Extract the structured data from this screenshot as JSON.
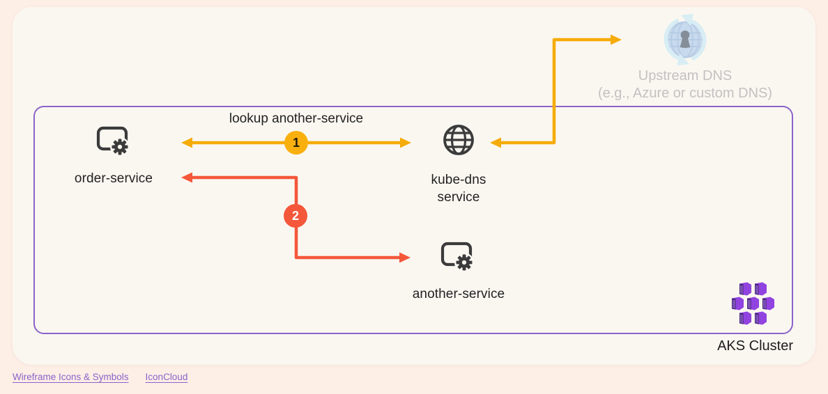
{
  "colors": {
    "page_bg": "#fdeee6",
    "card_bg": "#faf7f1",
    "cluster_border": "#8a63c9",
    "arrow_amber": "#f5ab09",
    "arrow_red": "#f4573a",
    "badge1_bg": "#f9b00e",
    "badge1_text": "#211a0a",
    "badge2_bg": "#f4573a",
    "badge2_text": "#ffffff",
    "text_dark": "#222222",
    "text_muted": "#c2c2c2",
    "link": "#8a63c9",
    "icon_ink": "#3b3b3b",
    "aks_body": "#9143e0",
    "aks_face": "#3c1e6e",
    "aks_stripe": "#b07ef0",
    "dns_fill": "#abc9ec",
    "dns_line": "#8db2dd",
    "dns_dark": "#3e4d63",
    "dns_arrow": "#c4e8f7"
  },
  "diagram": {
    "cluster_label": "AKS Cluster",
    "nodes": {
      "order_service": {
        "label": "order-service",
        "icon": "service-gear-icon"
      },
      "kube_dns": {
        "line1": "kube-dns",
        "line2": "service",
        "icon": "globe-icon"
      },
      "another_service": {
        "label": "another-service",
        "icon": "service-gear-icon"
      },
      "upstream_dns": {
        "line1": "Upstream DNS",
        "line2": "(e.g., Azure or custom DNS)",
        "icon": "sync-globe-lock-icon"
      }
    },
    "flows": {
      "lookup": {
        "step": "1",
        "label": "lookup another-service",
        "from": "order-service",
        "to": "kube-dns service"
      },
      "response": {
        "step": "2",
        "from": "kube-dns service",
        "to": "order-service / another-service"
      },
      "upstream": {
        "from": "kube-dns service",
        "to": "Upstream DNS"
      }
    }
  },
  "footer": {
    "link1": "Wireframe Icons & Symbols",
    "link2": "IconCloud"
  }
}
